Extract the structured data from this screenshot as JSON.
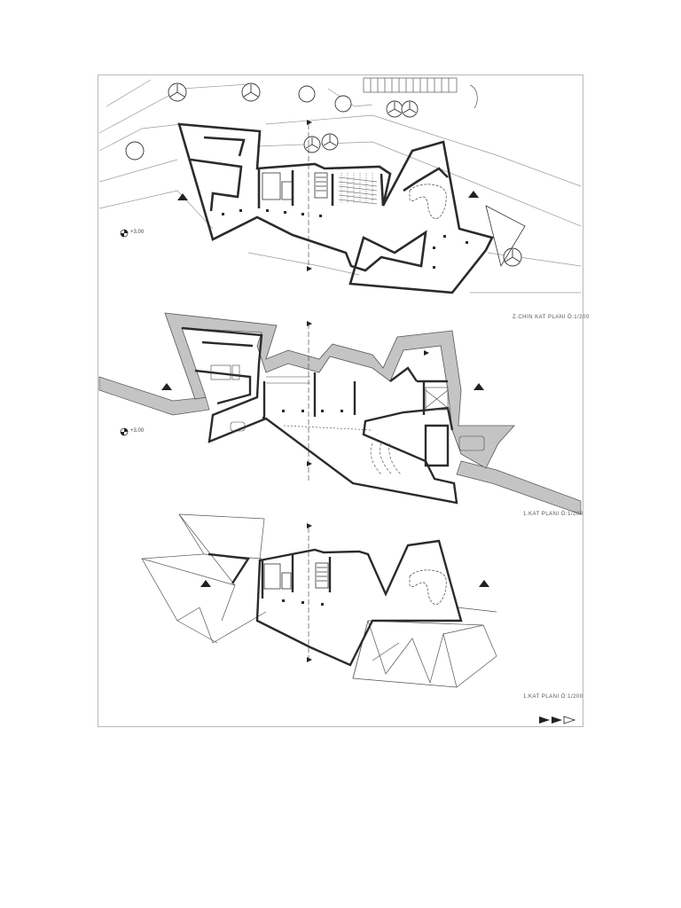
{
  "sheet": {
    "plans": [
      {
        "id": "upper",
        "caption": "Z.CHIN KAT PLANI Ö:1/200",
        "level": "+3.00"
      },
      {
        "id": "middle",
        "caption": "1.KAT PLANI Ö:1/200",
        "level": "+3.00"
      },
      {
        "id": "lower",
        "caption": "1.KAT PLANI Ö:1/200"
      }
    ],
    "colors": {
      "wall": "#2b2b2b",
      "terrain": "#9a9a9a",
      "gray_band": "#c4c4c4",
      "frame": "#b8b8b8"
    }
  }
}
